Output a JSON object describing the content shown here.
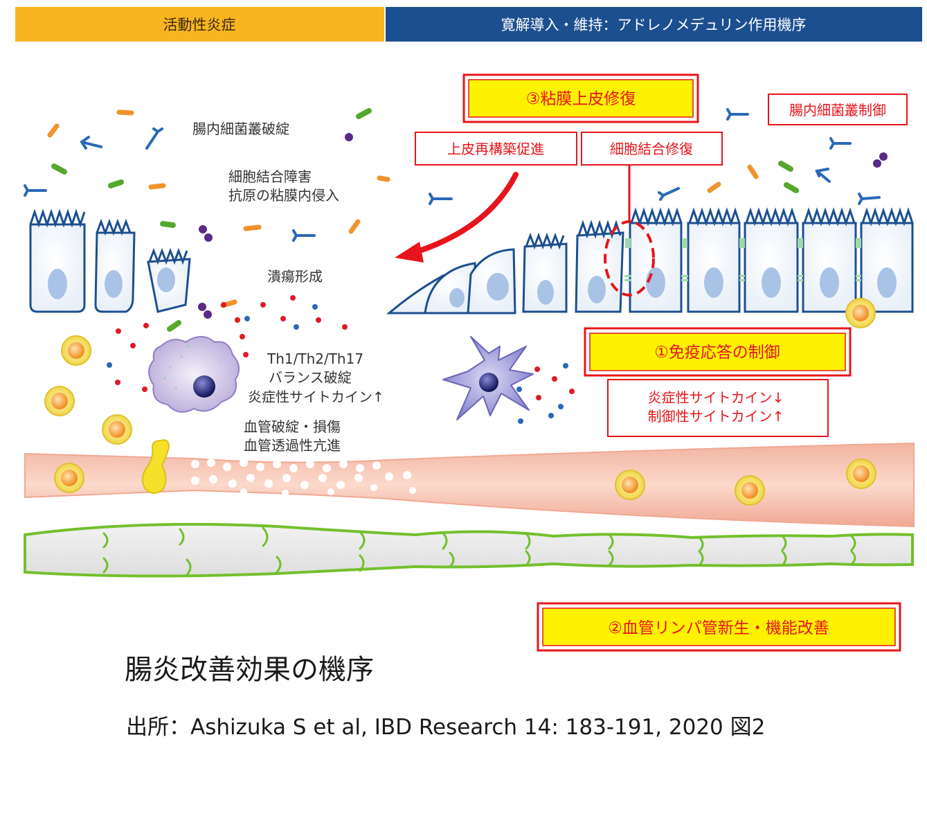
{
  "colors": {
    "header_left": "#f8b51f",
    "header_right": "#1c4f8f",
    "callout_red": "#e8141b",
    "callout_yellow": "#fff200",
    "cell_outline": "#1c4f8f",
    "vessel_fill": "#f5c8b8",
    "lymph_green": "#72c02c"
  },
  "header": {
    "left": "活動性炎症",
    "right": "寛解導入・維持：アドレノメデュリン作用機序"
  },
  "left_labels": {
    "microbiota": "腸内細菌叢破綻",
    "junction_1": "細胞結合障害",
    "junction_2": "抗原の粘膜内侵入",
    "ulcer": "潰瘍形成",
    "th_1": "Th1/Th2/Th17",
    "th_2": "バランス破綻",
    "th_3": "炎症性サイトカイン↑",
    "vessel_1": "血管破綻・損傷",
    "vessel_2": "血管透過性亢進"
  },
  "callouts": {
    "mucosa": "③粘膜上皮修復",
    "immune": "①免疫応答の制御",
    "vessel": "②血管リンパ管新生・機能改善"
  },
  "sub_labels": {
    "epithelial_rebuild": "上皮再構築促進",
    "junction_repair": "細胞結合修復",
    "flora_control": "腸内細菌叢制御",
    "cytokine_down": "炎症性サイトカイン↓",
    "cytokine_up": "制御性サイトカイン↑"
  },
  "caption": {
    "title": "腸炎改善効果の機序",
    "source": "出所：Ashizuka S et al, IBD Research 14: 183-191, 2020 図2"
  }
}
